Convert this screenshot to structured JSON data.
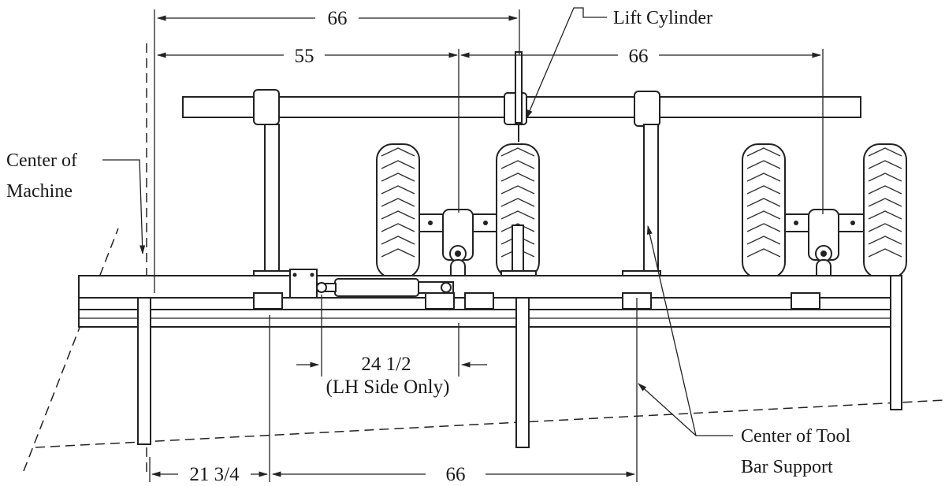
{
  "dimensions": {
    "top_66_left": "66",
    "top_55": "55",
    "top_66_right": "66",
    "lh_24_half": "24 1/2",
    "lh_side_only": "(LH Side Only)",
    "bottom_21_3_4": "21 3/4",
    "bottom_66": "66"
  },
  "callouts": {
    "lift_cylinder": "Lift Cylinder",
    "center_machine_line1": "Center of",
    "center_machine_line2": "Machine",
    "center_toolbar_line1": "Center of Tool",
    "center_toolbar_line2": "Bar Support"
  }
}
